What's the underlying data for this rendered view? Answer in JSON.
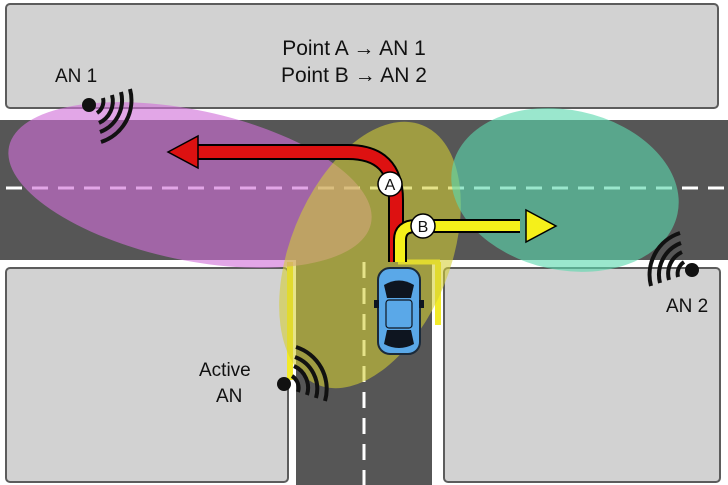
{
  "legend": {
    "line1": "Point A → AN 1",
    "line2": "Point B → AN 2"
  },
  "nodes": {
    "an1": {
      "label": "AN 1",
      "icon": "wifi-antenna-icon"
    },
    "an2": {
      "label": "AN 2",
      "icon": "wifi-antenna-icon"
    },
    "active": {
      "label_line1": "Active",
      "label_line2": "AN",
      "icon": "wifi-antenna-icon"
    }
  },
  "points": {
    "a": "A",
    "b": "B"
  },
  "vehicle": {
    "icon": "car-icon"
  },
  "colors": {
    "building": "#d0d0d0",
    "road": "#555555",
    "coverage_an1": "#d070d8",
    "coverage_active": "#d6d23a",
    "coverage_an2": "#5fd8b0",
    "path_to_an1": "#dd1111",
    "path_to_an2": "#f5f01a",
    "car": "#5aa8e8"
  }
}
